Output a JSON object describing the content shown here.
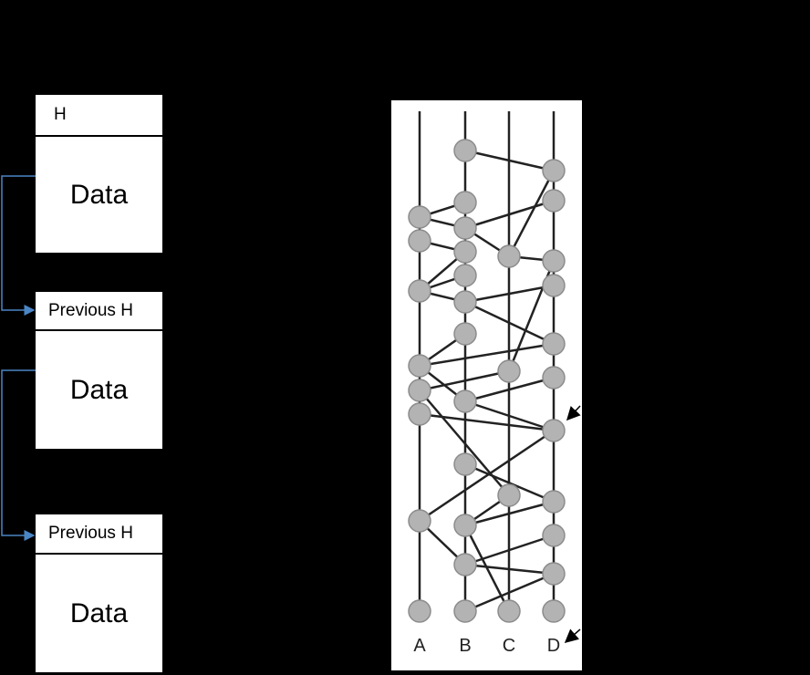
{
  "blocks": [
    {
      "header": "H",
      "data": "Data"
    },
    {
      "header": "Previous H",
      "data": "Data"
    },
    {
      "header": "Previous H",
      "data": "Data"
    }
  ],
  "dag": {
    "columns": [
      "A",
      "B",
      "C",
      "D"
    ],
    "colors": {
      "node": "#b3b3b3",
      "node_stroke": "#8c8c8c",
      "edge": "#222222",
      "link": "#4a86c5"
    }
  }
}
